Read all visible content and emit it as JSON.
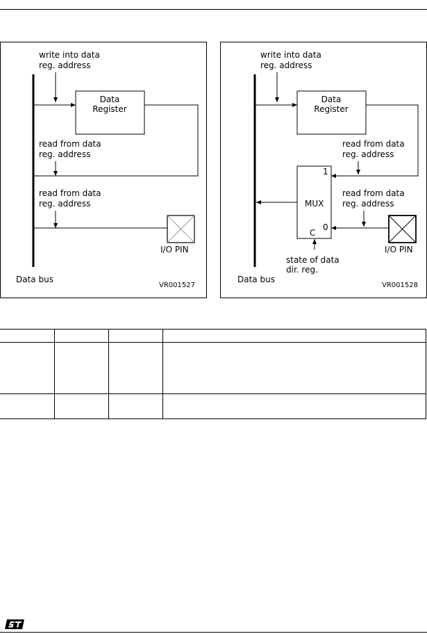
{
  "figure_left": {
    "write_label": [
      "write into data",
      "reg. address"
    ],
    "register_label": [
      "Data",
      "Register"
    ],
    "read_label_1": [
      "read from data",
      "reg. address"
    ],
    "read_label_2": [
      "read from data",
      "reg. address"
    ],
    "pin_label": "I/O PIN",
    "bus_label": "Data bus",
    "code": "VR001527"
  },
  "figure_right": {
    "write_label": [
      "write into data",
      "reg. address"
    ],
    "register_label": [
      "Data",
      "Register"
    ],
    "read_label_1": [
      "read from data",
      "reg. address"
    ],
    "read_label_2": [
      "read from data",
      "reg. address"
    ],
    "mux_label": "MUX",
    "mux_input_1": "1",
    "mux_input_0": "0",
    "mux_control": "C",
    "dir_label": [
      "state of data",
      "dir. reg."
    ],
    "pin_label": "I/O PIN",
    "bus_label": "Data bus",
    "code": "VR001528"
  },
  "footer": {
    "logo": "st-logo"
  }
}
